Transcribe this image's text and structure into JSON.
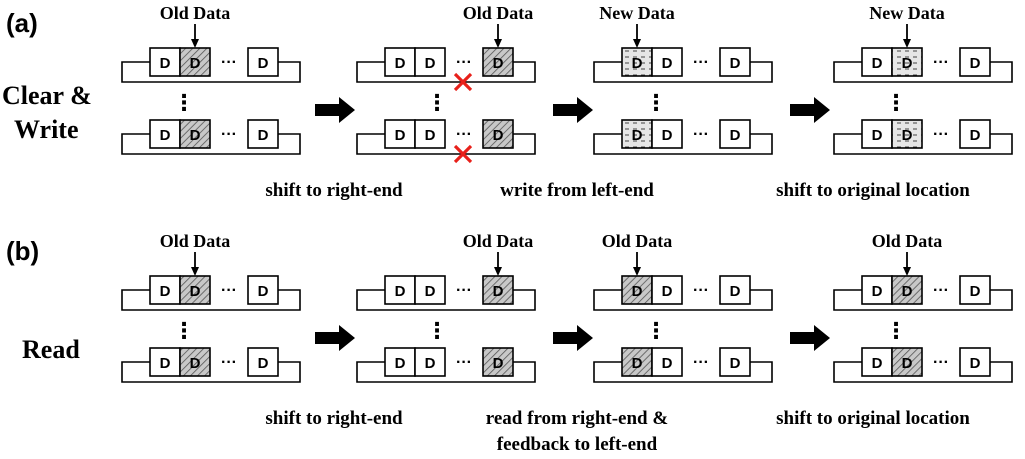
{
  "panels": [
    {
      "tag": "(a)",
      "operation_lines": [
        "Clear &",
        "Write"
      ],
      "stages": [
        {
          "header": "Old Data",
          "cells": [
            "D",
            "D",
            "D"
          ],
          "highlight": "plain",
          "cross": false
        },
        {
          "header": "Old Data",
          "cells": [
            "D",
            "D",
            "D"
          ],
          "highlight": "plain",
          "cross": true
        },
        {
          "header": "New Data",
          "cells": [
            "D",
            "D",
            "D"
          ],
          "highlight": "new",
          "cross": false
        },
        {
          "header": "New Data",
          "cells": [
            "D",
            "D",
            "D"
          ],
          "highlight": "new",
          "cross": false
        }
      ],
      "captions": [
        [
          "shift to right-end"
        ],
        [
          "write from left-end"
        ],
        [
          "shift to original location"
        ]
      ]
    },
    {
      "tag": "(b)",
      "operation_lines": [
        "Read"
      ],
      "stages": [
        {
          "header": "Old Data",
          "cells": [
            "D",
            "D",
            "D"
          ],
          "highlight": "plain",
          "cross": false
        },
        {
          "header": "Old Data",
          "cells": [
            "D",
            "D",
            "D"
          ],
          "highlight": "plain",
          "cross": false
        },
        {
          "header": "Old Data",
          "cells": [
            "D",
            "D",
            "D"
          ],
          "highlight": "plain",
          "cross": false
        },
        {
          "header": "Old Data",
          "cells": [
            "D",
            "D",
            "D"
          ],
          "highlight": "plain",
          "cross": false
        }
      ],
      "captions": [
        [
          "shift to right-end"
        ],
        [
          "read from right-end &",
          "feedback to left-end"
        ],
        [
          "shift to original location"
        ]
      ]
    }
  ],
  "ellipsis": "···",
  "vertical_dots": "⋮",
  "colors": {
    "ink": "#000000",
    "hatch": "#555555",
    "hatch_bg": "#c8c8c8",
    "new_bg": "#e6e6e6",
    "cross": "#e8201a"
  }
}
